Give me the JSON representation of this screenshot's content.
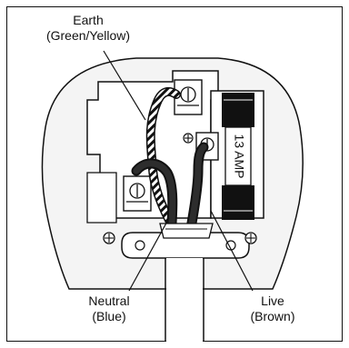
{
  "labels": {
    "earth": "Earth",
    "earth_color": "(Green/Yellow)",
    "neutral": "Neutral",
    "neutral_color": "(Blue)",
    "live": "Live",
    "live_color": "(Brown)",
    "fuse_rating": "13 AMP"
  },
  "icons": {
    "terminal": "screw-terminal-icon",
    "screw": "screw-icon"
  },
  "colors": {
    "line": "#111111",
    "plug_fill": "#f2f2f2",
    "compartment_fill": "#ffffff",
    "fuse_dark": "#111111"
  }
}
